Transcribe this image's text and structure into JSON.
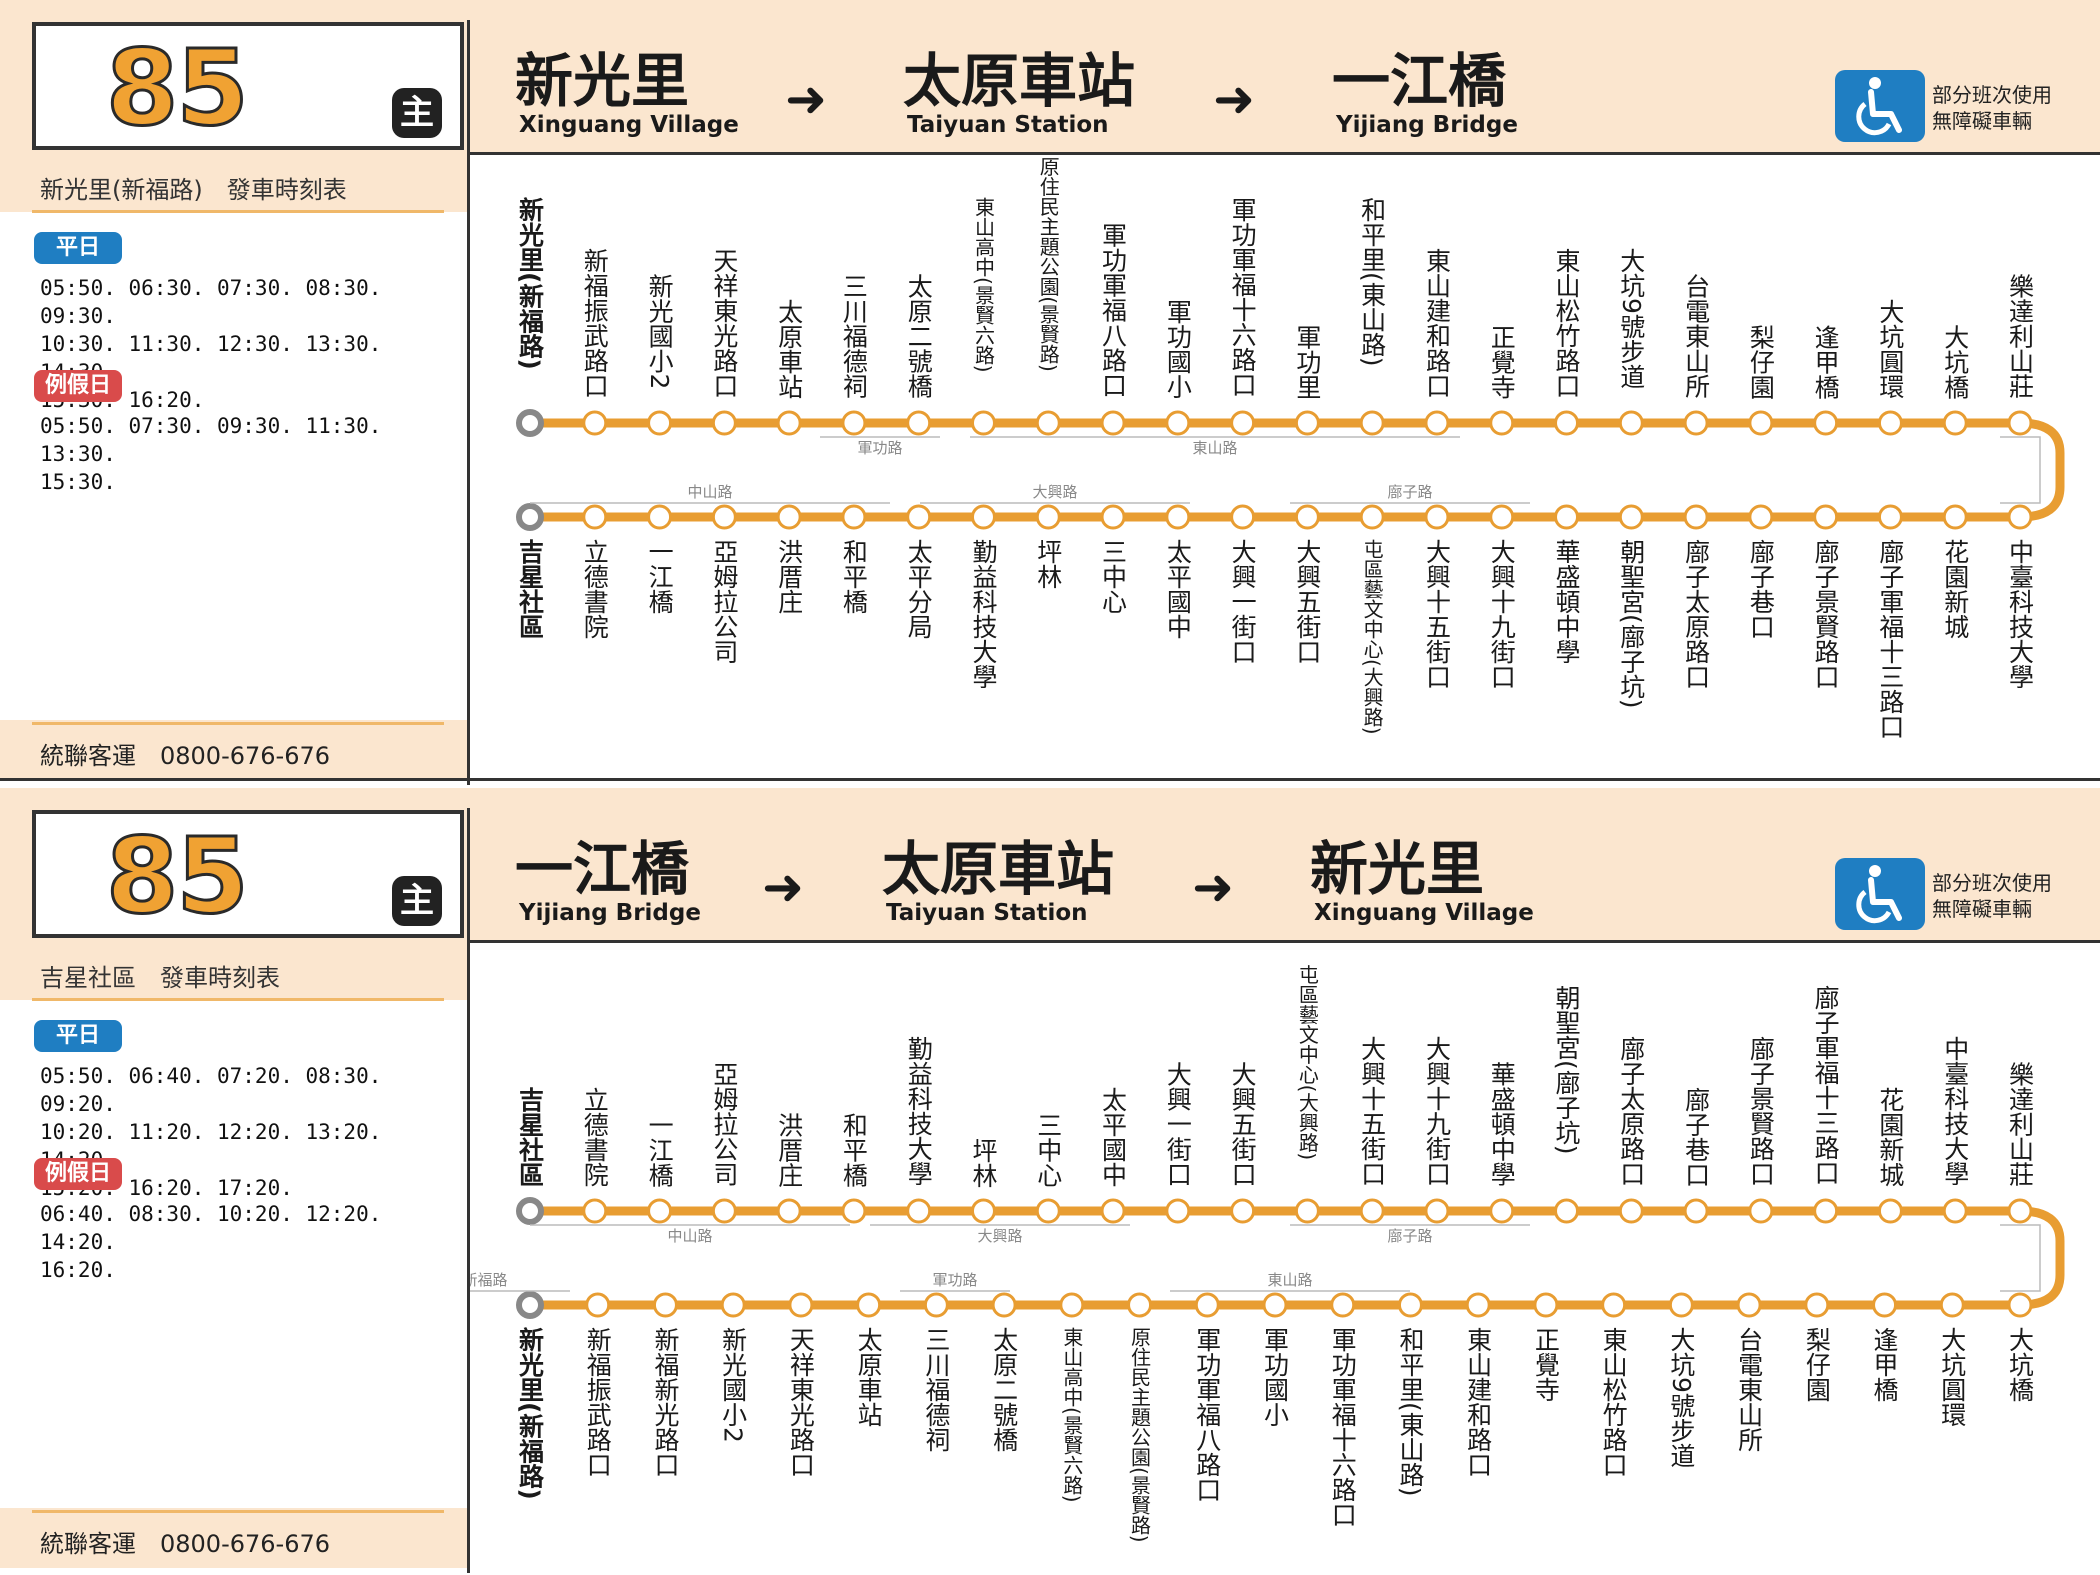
{
  "colors": {
    "accent": "#f0a233",
    "route_line": "#e89d32",
    "header_bg": "#fbe6cf",
    "weekday": "#1f7ec2",
    "holiday": "#d94b4b"
  },
  "panels": [
    {
      "route_number": "85",
      "route_badge": "主",
      "destinations": [
        {
          "zh": "新光里",
          "en": "Xinguang Village"
        },
        {
          "zh": "太原車站",
          "en": "Taiyuan Station"
        },
        {
          "zh": "一江橋",
          "en": "Yijiang Bridge"
        }
      ],
      "accessibility": {
        "icon": "wheelchair-icon",
        "line1": "部分班次使用",
        "line2": "無障礙車輛"
      },
      "schedule_title": "新光里(新福路)　發車時刻表",
      "weekday_label": "平日",
      "weekday_times": [
        "05:50. 06:30. 07:30. 08:30. 09:30.",
        "10:30. 11:30. 12:30. 13:30. 14:30.",
        "15:30. 16:20."
      ],
      "holiday_label": "例假日",
      "holiday_times": [
        "05:50. 07:30. 09:30. 11:30. 13:30.",
        "15:30."
      ],
      "company": "統聯客運　0800-676-676",
      "top_stops": [
        "新光里(新福路)",
        "新福振武路口",
        "新光國小2",
        "天祥東光路口",
        "太原車站",
        "三川福德祠",
        "太原二號橋",
        "東山高中(景賢六路)",
        "原住民主題公園(景賢路)",
        "軍功軍福八路口",
        "軍功國小",
        "軍功軍福十六路口",
        "軍功里",
        "和平里(東山路)",
        "東山建和路口",
        "正覺寺",
        "東山松竹路口",
        "大坑9號步道",
        "台電東山所",
        "梨仔園",
        "逢甲橋",
        "大坑圓環",
        "大坑橋",
        "樂達利山莊"
      ],
      "bottom_stops": [
        "吉星社區",
        "立德書院",
        "一江橋",
        "亞姆拉公司",
        "洪厝庄",
        "和平橋",
        "太平分局",
        "勤益科技大學",
        "坪林",
        "三中心",
        "太平國中",
        "大興一街口",
        "大興五街口",
        "屯區藝文中心(大興路)",
        "大興十五街口",
        "大興十九街口",
        "華盛頓中學",
        "朝聖宮(廍子坑)",
        "廍子太原路口",
        "廍子巷口",
        "廍子景賢路口",
        "廍子軍福十三路口",
        "花園新城",
        "中臺科技大學"
      ],
      "top_roads": [
        "軍功路",
        "東山路"
      ],
      "bottom_roads": [
        "中山路",
        "大興路",
        "廍子路"
      ]
    },
    {
      "route_number": "85",
      "route_badge": "主",
      "destinations": [
        {
          "zh": "一江橋",
          "en": "Yijiang Bridge"
        },
        {
          "zh": "太原車站",
          "en": "Taiyuan Station"
        },
        {
          "zh": "新光里",
          "en": "Xinguang Village"
        }
      ],
      "accessibility": {
        "icon": "wheelchair-icon",
        "line1": "部分班次使用",
        "line2": "無障礙車輛"
      },
      "schedule_title": "吉星社區　發車時刻表",
      "weekday_label": "平日",
      "weekday_times": [
        "05:50. 06:40. 07:20. 08:30. 09:20.",
        "10:20. 11:20. 12:20. 13:20. 14:20.",
        "15:20. 16:20. 17:20."
      ],
      "holiday_label": "例假日",
      "holiday_times": [
        "06:40. 08:30. 10:20. 12:20. 14:20.",
        "16:20."
      ],
      "company": "統聯客運　0800-676-676",
      "top_stops": [
        "吉星社區",
        "立德書院",
        "一江橋",
        "亞姆拉公司",
        "洪厝庄",
        "和平橋",
        "勤益科技大學",
        "坪林",
        "三中心",
        "太平國中",
        "大興一街口",
        "大興五街口",
        "屯區藝文中心(大興路)",
        "大興十五街口",
        "大興十九街口",
        "華盛頓中學",
        "朝聖宮(廍子坑)",
        "廍子太原路口",
        "廍子巷口",
        "廍子景賢路口",
        "廍子軍福十三路口",
        "花園新城",
        "中臺科技大學",
        "樂達利山莊"
      ],
      "bottom_stops": [
        "新光里(新福路)",
        "新福振武路口",
        "新福新光路口",
        "新光國小2",
        "天祥東光路口",
        "太原車站",
        "三川福德祠",
        "太原二號橋",
        "東山高中(景賢六路)",
        "原住民主題公園(景賢路)",
        "軍功軍福八路口",
        "軍功國小",
        "軍功軍福十六路口",
        "和平里(東山路)",
        "東山建和路口",
        "正覺寺",
        "東山松竹路口",
        "大坑9號步道",
        "台電東山所",
        "梨仔園",
        "逢甲橋",
        "大坑圓環",
        "大坑橋"
      ],
      "top_roads": [
        "中山路",
        "大興路",
        "廍子路"
      ],
      "bottom_roads": [
        "新福路",
        "軍功路",
        "東山路"
      ]
    }
  ]
}
